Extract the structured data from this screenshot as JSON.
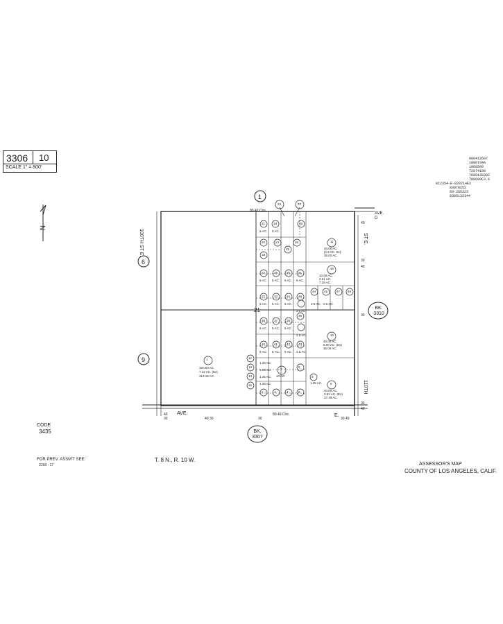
{
  "header": {
    "book": "3306",
    "page": "10",
    "scale_label": "SCALE 1\" = 800'"
  },
  "north": {
    "label": "N"
  },
  "top_right_notes": [
    "880412607",
    "1080734A",
    "1060509",
    "72074108",
    "760612E802",
    "780609C3.0",
    "812354-E-820714E2",
    "83070252",
    "83-285323",
    "8305132344"
  ],
  "adjoining": {
    "map1": "1",
    "map6": "6",
    "map9": "9",
    "bk3310": "BK. 3310",
    "bk3307": "BK. 3307"
  },
  "streets": {
    "st100": "100TH ST E.",
    "st110a": "ST E.",
    "st110b": "110TH",
    "ave_d": "AVE. D",
    "ave_bottom_left": "AVE.",
    "ave_bottom_right": "E."
  },
  "section": {
    "number": "21"
  },
  "dimensions": {
    "top": "80.42 Chs.",
    "bottom": "80.49 Chs."
  },
  "parcels": {
    "p1": {
      "id": "1",
      "area1": "320.60 AC.",
      "area2": "7.42 AC. (Ex)",
      "area3": "313.18 AC."
    },
    "p5": {
      "id": "5",
      "area1": "40.00 AC.",
      "area2": "2.51 AC. (Ex)",
      "area3": "37.49 AC."
    },
    "p10": {
      "id": "10",
      "area1": "40.00 AC.",
      "area2": "5.00 AC. (Ex)",
      "area3": "35.00 AC."
    },
    "p11": {
      "id": "11",
      "area1": "40.00 AC.",
      "area2": "(2.5 AC. Ex)",
      "area3": "35.00 AC."
    },
    "p46": {
      "id": "46",
      "area1": "10.00 AC.",
      "area2": "2.61 AC.",
      "area3": "7.39 AC."
    },
    "p7": {
      "id": "7",
      "area": "10 AC."
    },
    "small": [
      "21",
      "18",
      "28",
      "23",
      "22",
      "20",
      "19",
      "24",
      "25",
      "26",
      "27",
      "29",
      "30",
      "31",
      "32",
      "33",
      "34",
      "35",
      "36",
      "37",
      "38",
      "39",
      "40",
      "41",
      "42",
      "43",
      "44",
      "45",
      "47",
      "48",
      "49",
      "50",
      "51",
      "52",
      "53",
      "54",
      "55",
      "56",
      "57",
      "58",
      "59",
      "60",
      "61",
      "62",
      "63",
      "64",
      "65",
      "66",
      "67",
      "68",
      "69",
      "70",
      "2",
      "3",
      "4",
      "6",
      "8",
      "9",
      "12",
      "13",
      "14",
      "15",
      "16",
      "17"
    ],
    "small_area": "5 AC.",
    "tiny_area": "2.5 AC.",
    "strip_area": "1.25 AC."
  },
  "code": {
    "label": "CODE",
    "value": "3435"
  },
  "township": "T. 8 N., R. 10 W.",
  "prev": {
    "label": "FOR PREV. ASSM'T SEE:",
    "value": "3168 - 17"
  },
  "footer": {
    "line1": "ASSESSOR'S MAP",
    "line2": "COUNTY OF LOS ANGELES, CALIF."
  }
}
